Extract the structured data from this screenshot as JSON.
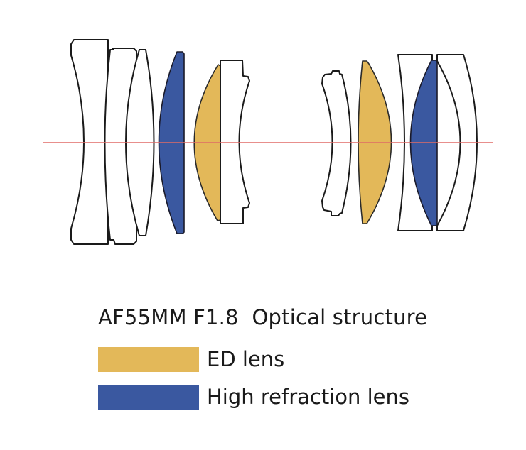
{
  "diagram": {
    "title": "AF55MM F1.8  Optical structure",
    "colors": {
      "ed_lens": "#e3b859",
      "high_refraction_lens": "#3a58a0",
      "optical_axis": "#e06a66",
      "outline": "#1a1a1a"
    },
    "legend": [
      {
        "label": "ED lens",
        "color": "#e3b859"
      },
      {
        "label": "High refraction lens",
        "color": "#3a58a0"
      }
    ],
    "lens_elements": [
      {
        "index": 1,
        "type": "standard",
        "group": "front"
      },
      {
        "index": 2,
        "type": "standard",
        "group": "front"
      },
      {
        "index": 3,
        "type": "standard",
        "group": "front"
      },
      {
        "index": 4,
        "type": "high_refraction",
        "group": "front"
      },
      {
        "index": 5,
        "type": "ed",
        "group": "front"
      },
      {
        "index": 6,
        "type": "standard",
        "group": "front"
      },
      {
        "index": 7,
        "type": "standard",
        "group": "rear"
      },
      {
        "index": 8,
        "type": "ed",
        "group": "rear"
      },
      {
        "index": 9,
        "type": "standard",
        "group": "rear"
      },
      {
        "index": 10,
        "type": "high_refraction",
        "group": "rear"
      },
      {
        "index": 11,
        "type": "standard",
        "group": "rear"
      }
    ]
  }
}
